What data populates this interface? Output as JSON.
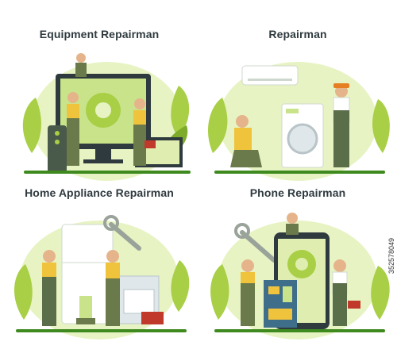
{
  "panels": [
    {
      "title": "Equipment Repairman"
    },
    {
      "title": "Repairman"
    },
    {
      "title": "Home Appliance Repairman"
    },
    {
      "title": "Phone Repairman"
    }
  ],
  "watermark": {
    "id_text": "352578049"
  },
  "colors": {
    "blob": "#e8f3c4",
    "leaf": "#a8cf45",
    "leaf_dark": "#7fab2a",
    "ground": "#3f8a1f",
    "uniform": "#6b7a4a",
    "shirt": "#f0c33c",
    "dark": "#2f3a3f",
    "device": "#5b7d8a"
  }
}
